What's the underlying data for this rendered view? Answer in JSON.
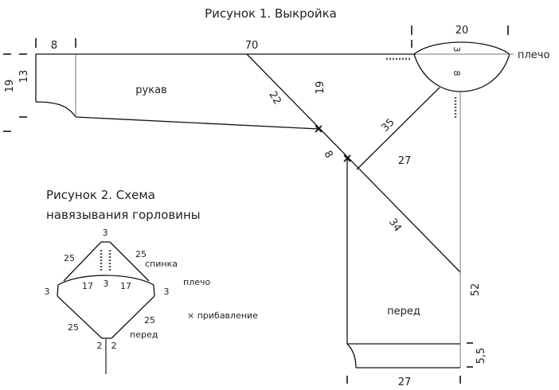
{
  "figure1": {
    "title": "Рисунок 1. Выкройка",
    "sleeve_label": "рукав",
    "front_label": "перед",
    "shoulder_label": "плечо",
    "dims": {
      "cuff_width": "8",
      "sleeve_length": "70",
      "height_19": "19",
      "height_13": "13",
      "diag_22": "22",
      "vert_19": "19",
      "seg_8": "8",
      "neck_width": "20",
      "neck_back_depth": "3",
      "neck_front_depth": "8",
      "diag_35": "35",
      "width_27_top": "27",
      "diag_34": "34",
      "side_52": "52",
      "hem_5_5": "5,5",
      "width_27_bottom": "27"
    }
  },
  "figure2": {
    "title_line1": "Рисунок 2. Схема",
    "title_line2": "навязывания горловины",
    "back_label": "спинка",
    "shoulder_label": "плечо",
    "front_label": "перед",
    "legend": "× прибавление",
    "dims": {
      "top": "3",
      "upper_left": "25",
      "upper_right": "25",
      "left_17": "17",
      "center_3": "3",
      "right_17": "17",
      "left_3": "3",
      "right_3": "3",
      "lower_left": "25",
      "lower_right": "25",
      "bottom_left_2": "2",
      "bottom_right_2": "2"
    }
  }
}
